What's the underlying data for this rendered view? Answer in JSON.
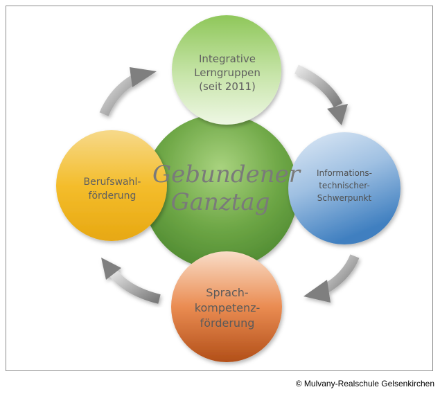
{
  "center": {
    "line1": "Gebundener",
    "line2": "Ganztag"
  },
  "top": {
    "line1": "Integrative",
    "line2": "Lerngruppen",
    "line3": "(seit 2011)"
  },
  "right": {
    "line1": "Informations-",
    "line2": "technischer-",
    "line3": "Schwerpunkt"
  },
  "bottom": {
    "line1": "Sprach-",
    "line2": "kompetenz-",
    "line3": "förderung"
  },
  "left": {
    "line1": "Berufswahl-",
    "line2": "förderung"
  },
  "copyright": "© Mulvany-Realschule Gelsenkirchen",
  "colors": {
    "center": "#5d9a3a",
    "top": "#9ccc6a",
    "right": "#4a8bc8",
    "bottom": "#d0642a",
    "left": "#f0b21a",
    "arrows": "#8c8c8c"
  }
}
